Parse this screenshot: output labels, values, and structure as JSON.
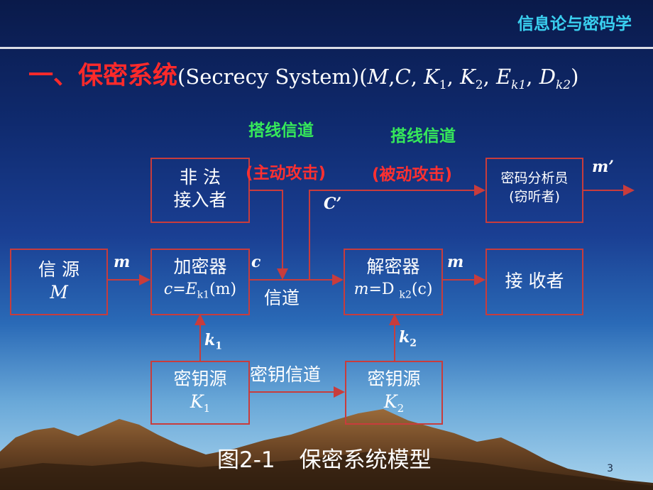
{
  "header": {
    "course_title": "信息论与密码学"
  },
  "title": {
    "main": "一、保密系统",
    "sub_open": "(Secrecy System)",
    "tuple": {
      "M": "M",
      "C": "C",
      "K1": "K",
      "K1_sub": "1",
      "K2": "K",
      "K2_sub": "2",
      "E": "E",
      "E_sub": "k1",
      "D": "D",
      "D_sub": "k2"
    }
  },
  "diagram": {
    "source": {
      "line1": "信  源",
      "line2": "M"
    },
    "illegal": {
      "line1": "非  法",
      "line2": "接入者"
    },
    "encryptor": {
      "line1": "加密器",
      "line2_c": "c",
      "line2_eq": "=",
      "line2_E": "E",
      "line2_sub": "k1",
      "line2_arg": "(m)"
    },
    "decryptor": {
      "line1": "解密器",
      "line2_m": "m",
      "line2_eq": "=D ",
      "line2_sub": "k2",
      "line2_arg": "(c)"
    },
    "analyst": {
      "line1": "密码分析员",
      "line2": "(窃听者)"
    },
    "receiver": {
      "line1": "接 收者"
    },
    "keysrc1": {
      "line1": "密钥源",
      "line2": "K",
      "line2_sub": "1"
    },
    "keysrc2": {
      "line1": "密钥源",
      "line2": "K",
      "line2_sub": "2"
    },
    "labels": {
      "wiretap1": "搭线信道",
      "active": "(主动攻击)",
      "wiretap2": "搭线信道",
      "passive": "(被动攻击)",
      "m1": "m",
      "c": "c",
      "channel": "信道",
      "m2": "m",
      "c_prime": "C’",
      "m_prime": "m’",
      "k1": "k",
      "k1_sub": "1",
      "k2": "k",
      "k2_sub": "2",
      "key_channel": "密钥信道"
    }
  },
  "caption": {
    "figure": "图2-1",
    "text": "保密系统模型"
  },
  "page_number": "3",
  "colors": {
    "box_border": "#c83c3c",
    "green_label": "#36e85a",
    "red_label": "#ff3030",
    "header": "#3ad0f0"
  }
}
